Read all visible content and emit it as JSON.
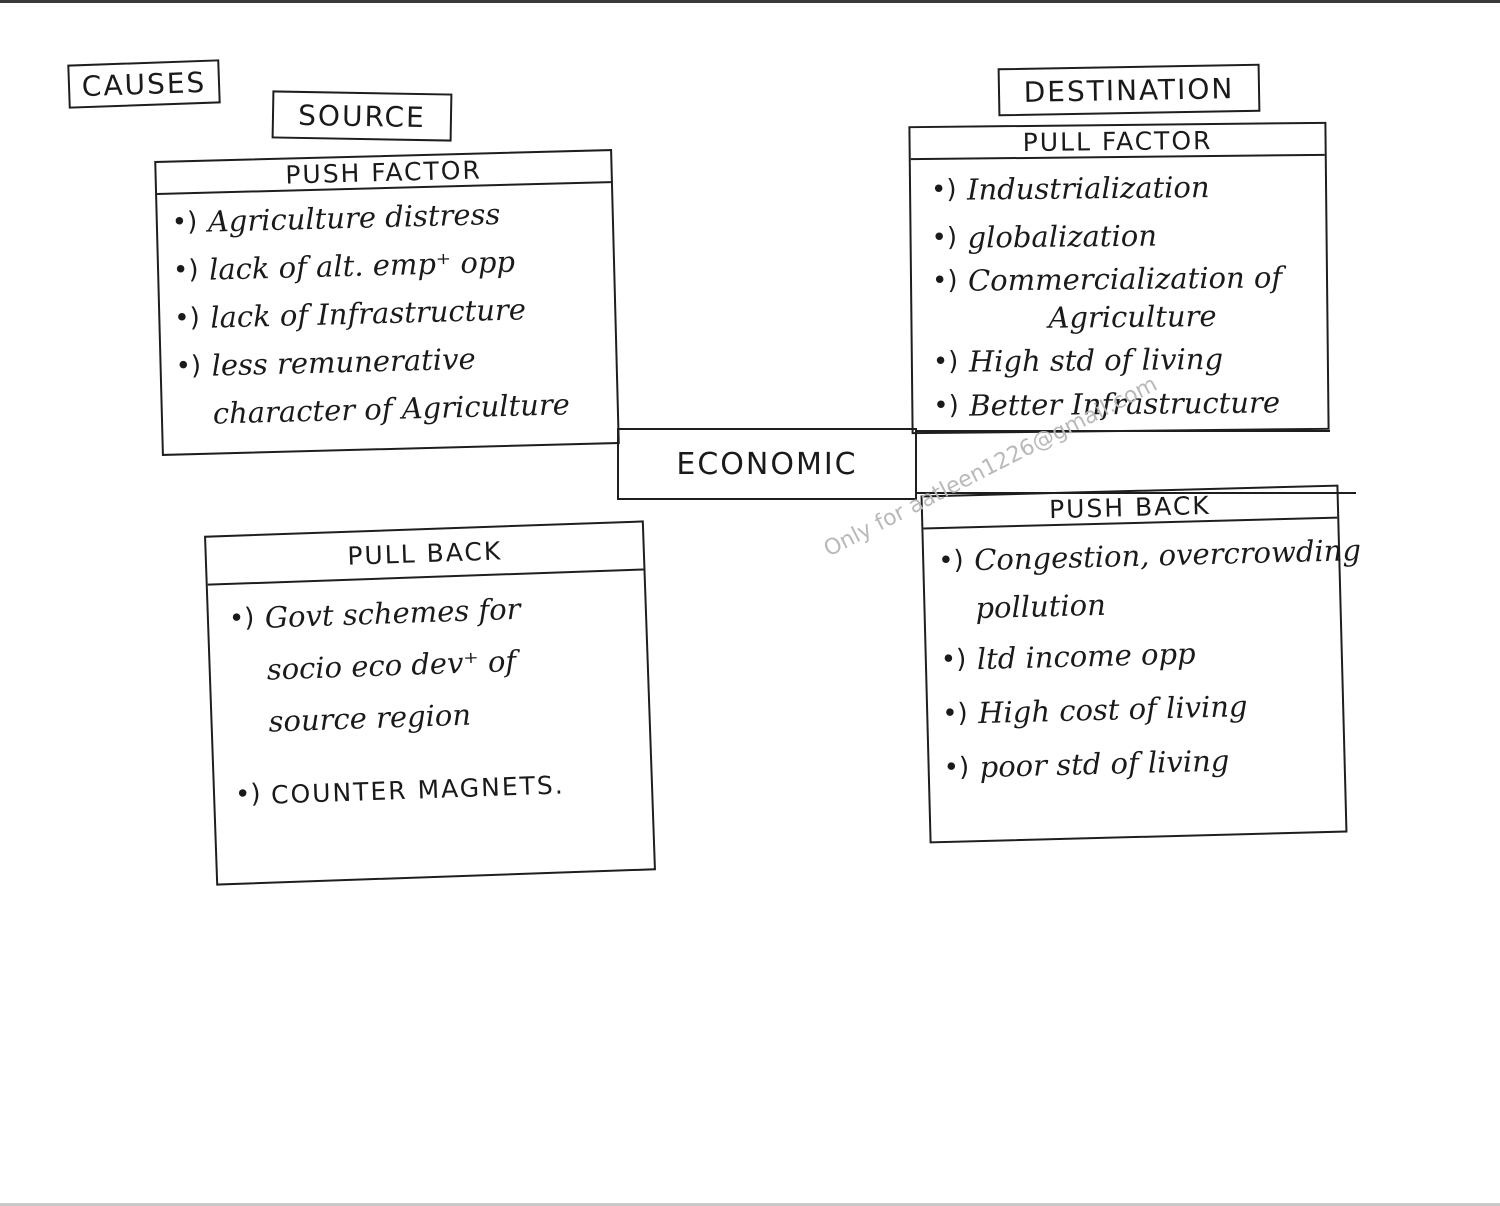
{
  "labels": {
    "causes": "CAUSES",
    "source": "SOURCE",
    "destination": "DESTINATION",
    "center": "ECONOMIC"
  },
  "push_factor": {
    "title": "PUSH FACTOR",
    "items": [
      "Agriculture distress",
      "lack of alt. emp⁺ opp",
      "lack of Infrastructure",
      "less remunerative",
      "character of Agriculture"
    ]
  },
  "pull_factor": {
    "title": "PULL FACTOR",
    "items": [
      "Industrialization",
      "globalization",
      "Commercialization of",
      "Agriculture",
      "High std of living",
      "Better Infrastructure"
    ]
  },
  "pull_back": {
    "title": "PULL BACK",
    "items": [
      "Govt schemes for",
      "socio eco dev⁺ of",
      "source region",
      "COUNTER MAGNETS."
    ]
  },
  "push_back": {
    "title": "PUSH BACK",
    "items": [
      "Congestion, overcrowding",
      "pollution",
      "ltd income opp",
      "High cost of living",
      "poor std of living"
    ]
  },
  "watermark": "Only for aatleen1226@gmail.com",
  "bullet_glyph": "•)"
}
